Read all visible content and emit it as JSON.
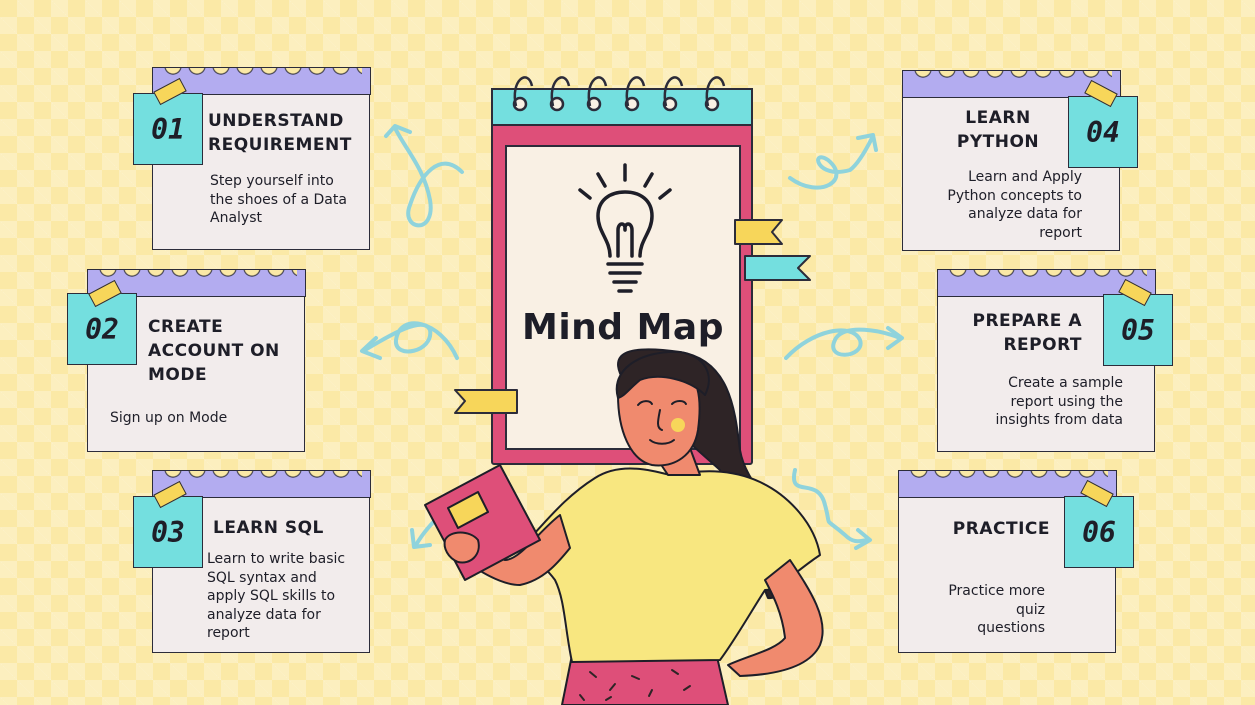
{
  "center": {
    "title": "Mind Map"
  },
  "steps": [
    {
      "number": "01",
      "title": "UNDERSTAND\nREQUIREMENT",
      "description": "Step yourself into\nthe shoes of a Data\nAnalyst"
    },
    {
      "number": "02",
      "title": "CREATE\nACCOUNT ON\nMODE",
      "description": "Sign up on Mode"
    },
    {
      "number": "03",
      "title": "LEARN SQL",
      "description": "Learn to write basic\nSQL syntax and\napply SQL skills to\nanalyze data for\nreport"
    },
    {
      "number": "04",
      "title": "LEARN\nPYTHON",
      "description": "Learn and Apply\nPython concepts to\nanalyze data for\nreport"
    },
    {
      "number": "05",
      "title": "PREPARE A\nREPORT",
      "description": "Create a sample\nreport  using the\ninsights from data"
    },
    {
      "number": "06",
      "title": "PRACTICE",
      "description": "Practice more quiz\nquestions"
    }
  ],
  "colors": {
    "background": "#fbe9a6",
    "card": "#f2ecec",
    "card_top": "#b3acf0",
    "number_box": "#74dfdf",
    "notebook": "#de4f79",
    "arrow": "#8fd3dc",
    "outline": "#2c2c3a"
  }
}
